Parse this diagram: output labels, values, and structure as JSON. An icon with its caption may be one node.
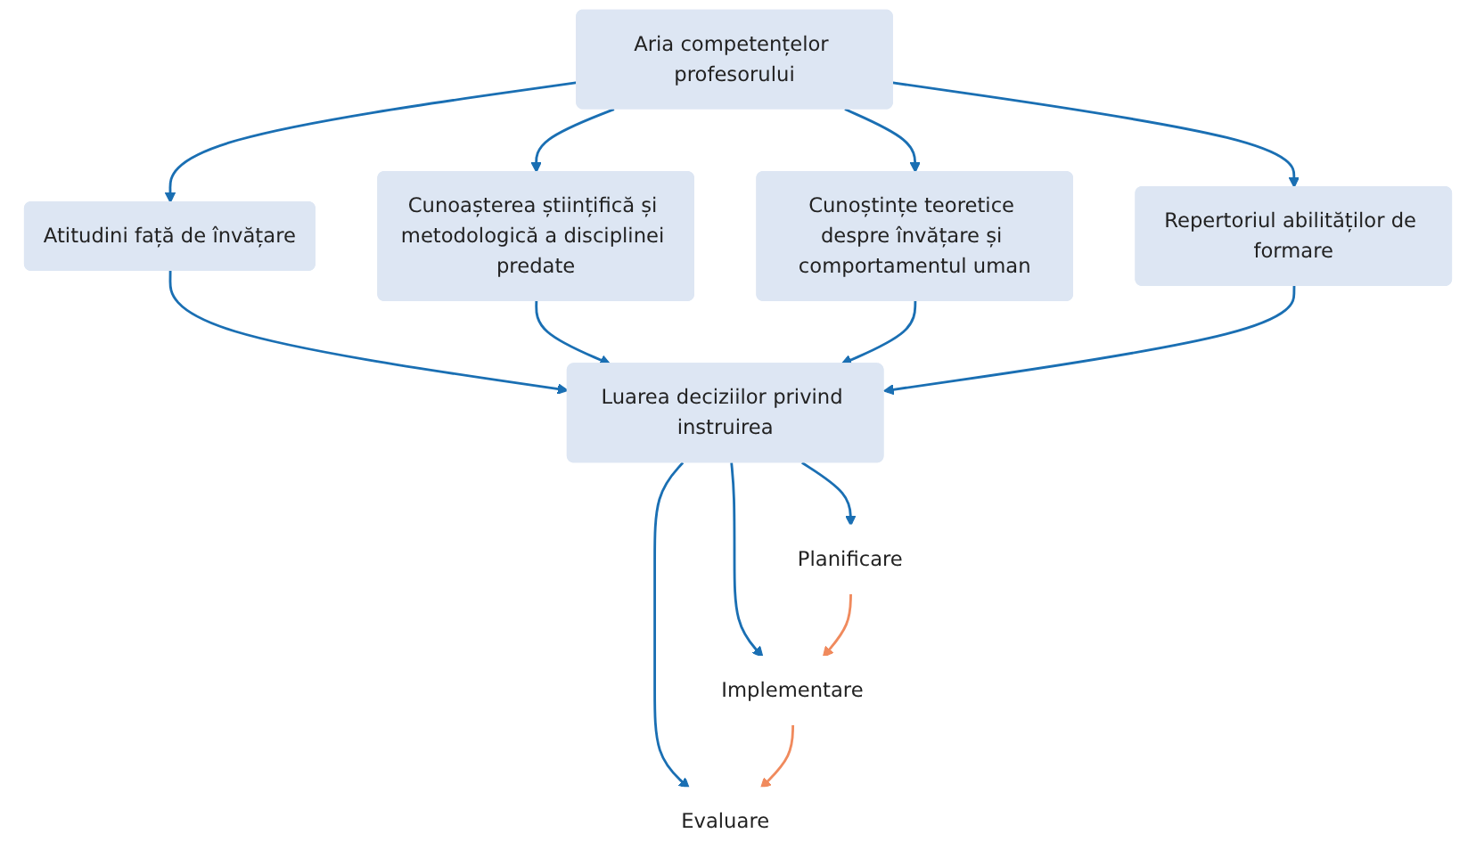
{
  "diagram": {
    "nodes": [
      {
        "text": [
          "Aria competențelor profesorului"
        ]
      },
      {
        "text": [
          "Atitudini față de învățare"
        ]
      },
      {
        "text": [
          "Cunoașterea științifică și metodologică a disciplinei predate"
        ]
      },
      {
        "text": [
          "Cunoștințe teoretice despre învățare și comportamentul uman"
        ]
      },
      {
        "text": [
          "Repertoriul abilităților de formare"
        ]
      },
      {
        "text": [
          "Luarea deciziilor privind instruirea"
        ]
      },
      {
        "text": [
          "Planificare"
        ]
      },
      {
        "text": [
          "Implementare"
        ]
      },
      {
        "text": [
          "Evaluare"
        ]
      }
    ],
    "edges": [
      {
        "from": 0,
        "to": 1,
        "arrow": "to"
      },
      {
        "from": 0,
        "to": 2,
        "arrow": "to"
      },
      {
        "from": 0,
        "to": 3,
        "arrow": "to"
      },
      {
        "from": 0,
        "to": 4,
        "arrow": "to"
      },
      {
        "from": 1,
        "to": 5,
        "arrow": "to"
      },
      {
        "from": 2,
        "to": 5,
        "arrow": "to"
      },
      {
        "from": 3,
        "to": 5,
        "arrow": "to"
      },
      {
        "from": 4,
        "to": 5,
        "arrow": "to"
      },
      {
        "from": 5,
        "to": 6,
        "arrow": "to"
      },
      {
        "from": 5,
        "to": 7,
        "arrow": "to"
      },
      {
        "from": 5,
        "to": 8,
        "arrow": "to"
      },
      {
        "from": 6,
        "to": 7,
        "arrow": "to",
        "color": "#f08a5d"
      },
      {
        "from": 7,
        "to": 8,
        "arrow": "to",
        "color": "#f08a5d"
      }
    ]
  }
}
